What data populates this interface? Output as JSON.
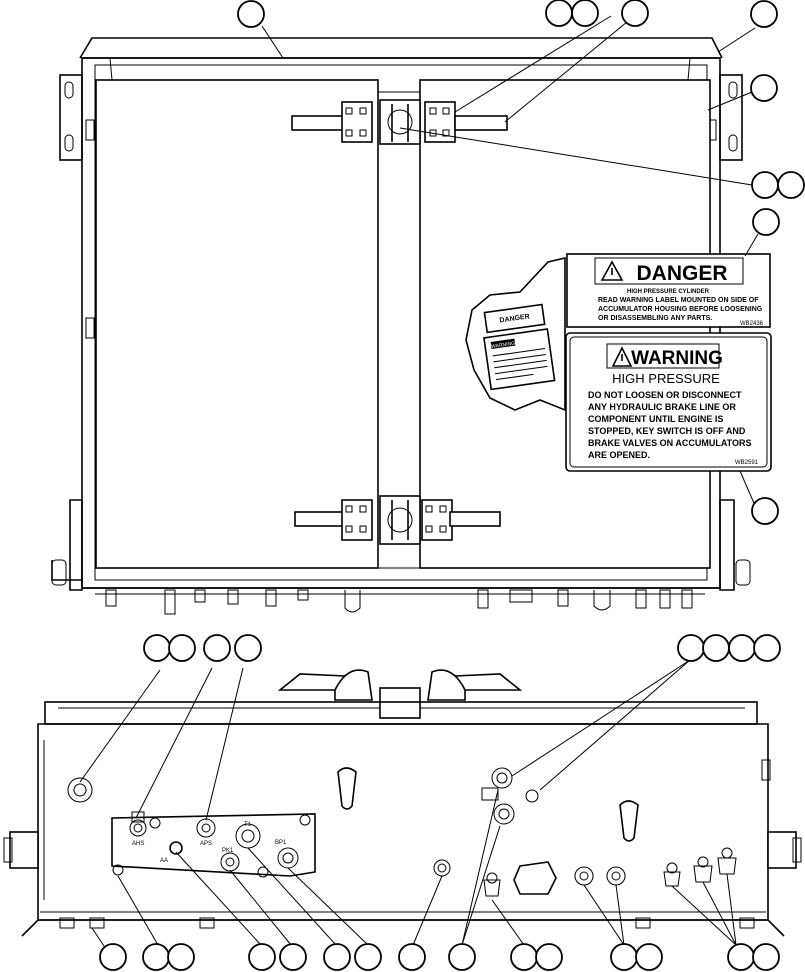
{
  "danger_label": {
    "header": "DANGER",
    "subtitle": "HIGH PRESSURE CYLINDER",
    "body_lines": [
      "READ WARNING LABEL MOUNTED ON SIDE OF",
      "ACCUMULATOR HOUSING BEFORE LOOSENING",
      "OR DISASSEMBLING ANY PARTS."
    ],
    "part_no": "WB2436"
  },
  "warning_label": {
    "header": "WARNING",
    "subtitle": "HIGH PRESSURE",
    "body_lines": [
      "DO NOT LOOSEN OR DISCONNECT",
      "ANY HYDRAULIC BRAKE LINE OR",
      "COMPONENT UNTIL ENGINE IS",
      "STOPPED, KEY SWITCH IS OFF AND",
      "BRAKE VALVES ON ACCUMULATORS",
      "ARE OPENED."
    ],
    "part_no": "WB2591"
  },
  "mini_labels": {
    "danger": "DANGER",
    "warning": "WARNING"
  },
  "port_labels": {
    "ahs": "AHS",
    "aps": "APS",
    "aa": "AA",
    "pk1": "PK1",
    "t1": "T1",
    "bp1": "BP1"
  }
}
